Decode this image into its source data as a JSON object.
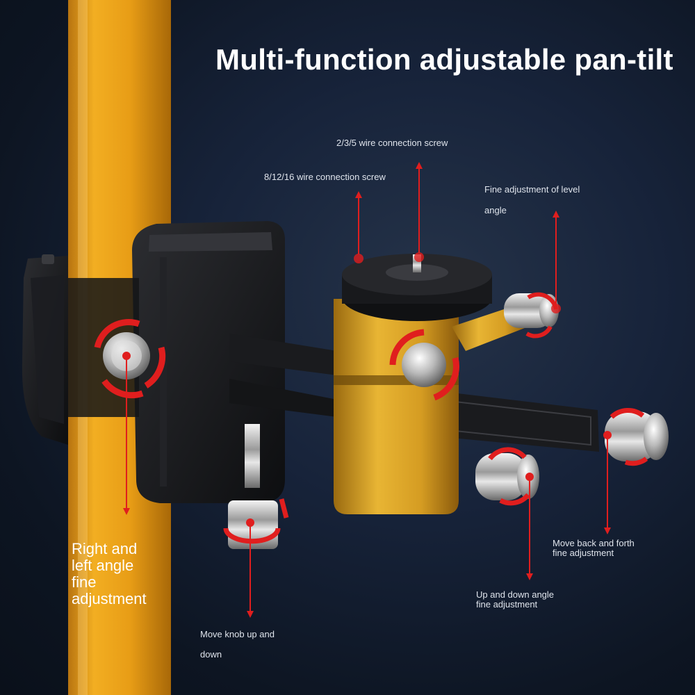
{
  "title": "Multi-function adjustable pan-tilt",
  "labels": {
    "wire_235": "2/3/5 wire connection screw",
    "wire_81216": "8/12/16 wire connection screw",
    "fine_level_line1": "Fine adjustment of level",
    "fine_level_line2": "angle",
    "move_back_line1": "Move back and forth",
    "move_back_line2": "fine adjustment",
    "up_down_line1": "Up and down angle",
    "up_down_line2": "fine adjustment",
    "move_knob_line1": "Move knob up and",
    "move_knob_line2": "down",
    "right_left_line1": "Right and",
    "right_left_line2": "left angle",
    "right_left_line3": "fine",
    "right_left_line4": "adjustment"
  },
  "colors": {
    "pole": "#e8a21a",
    "gold_block": "#d9a42a",
    "clamp_body": "#17181b",
    "arrow_red": "#e01e1e",
    "text": "#ffffff"
  },
  "icons": [
    "rotate-arrows-icon",
    "pointer-arrow-icon",
    "chrome-knob-icon"
  ]
}
